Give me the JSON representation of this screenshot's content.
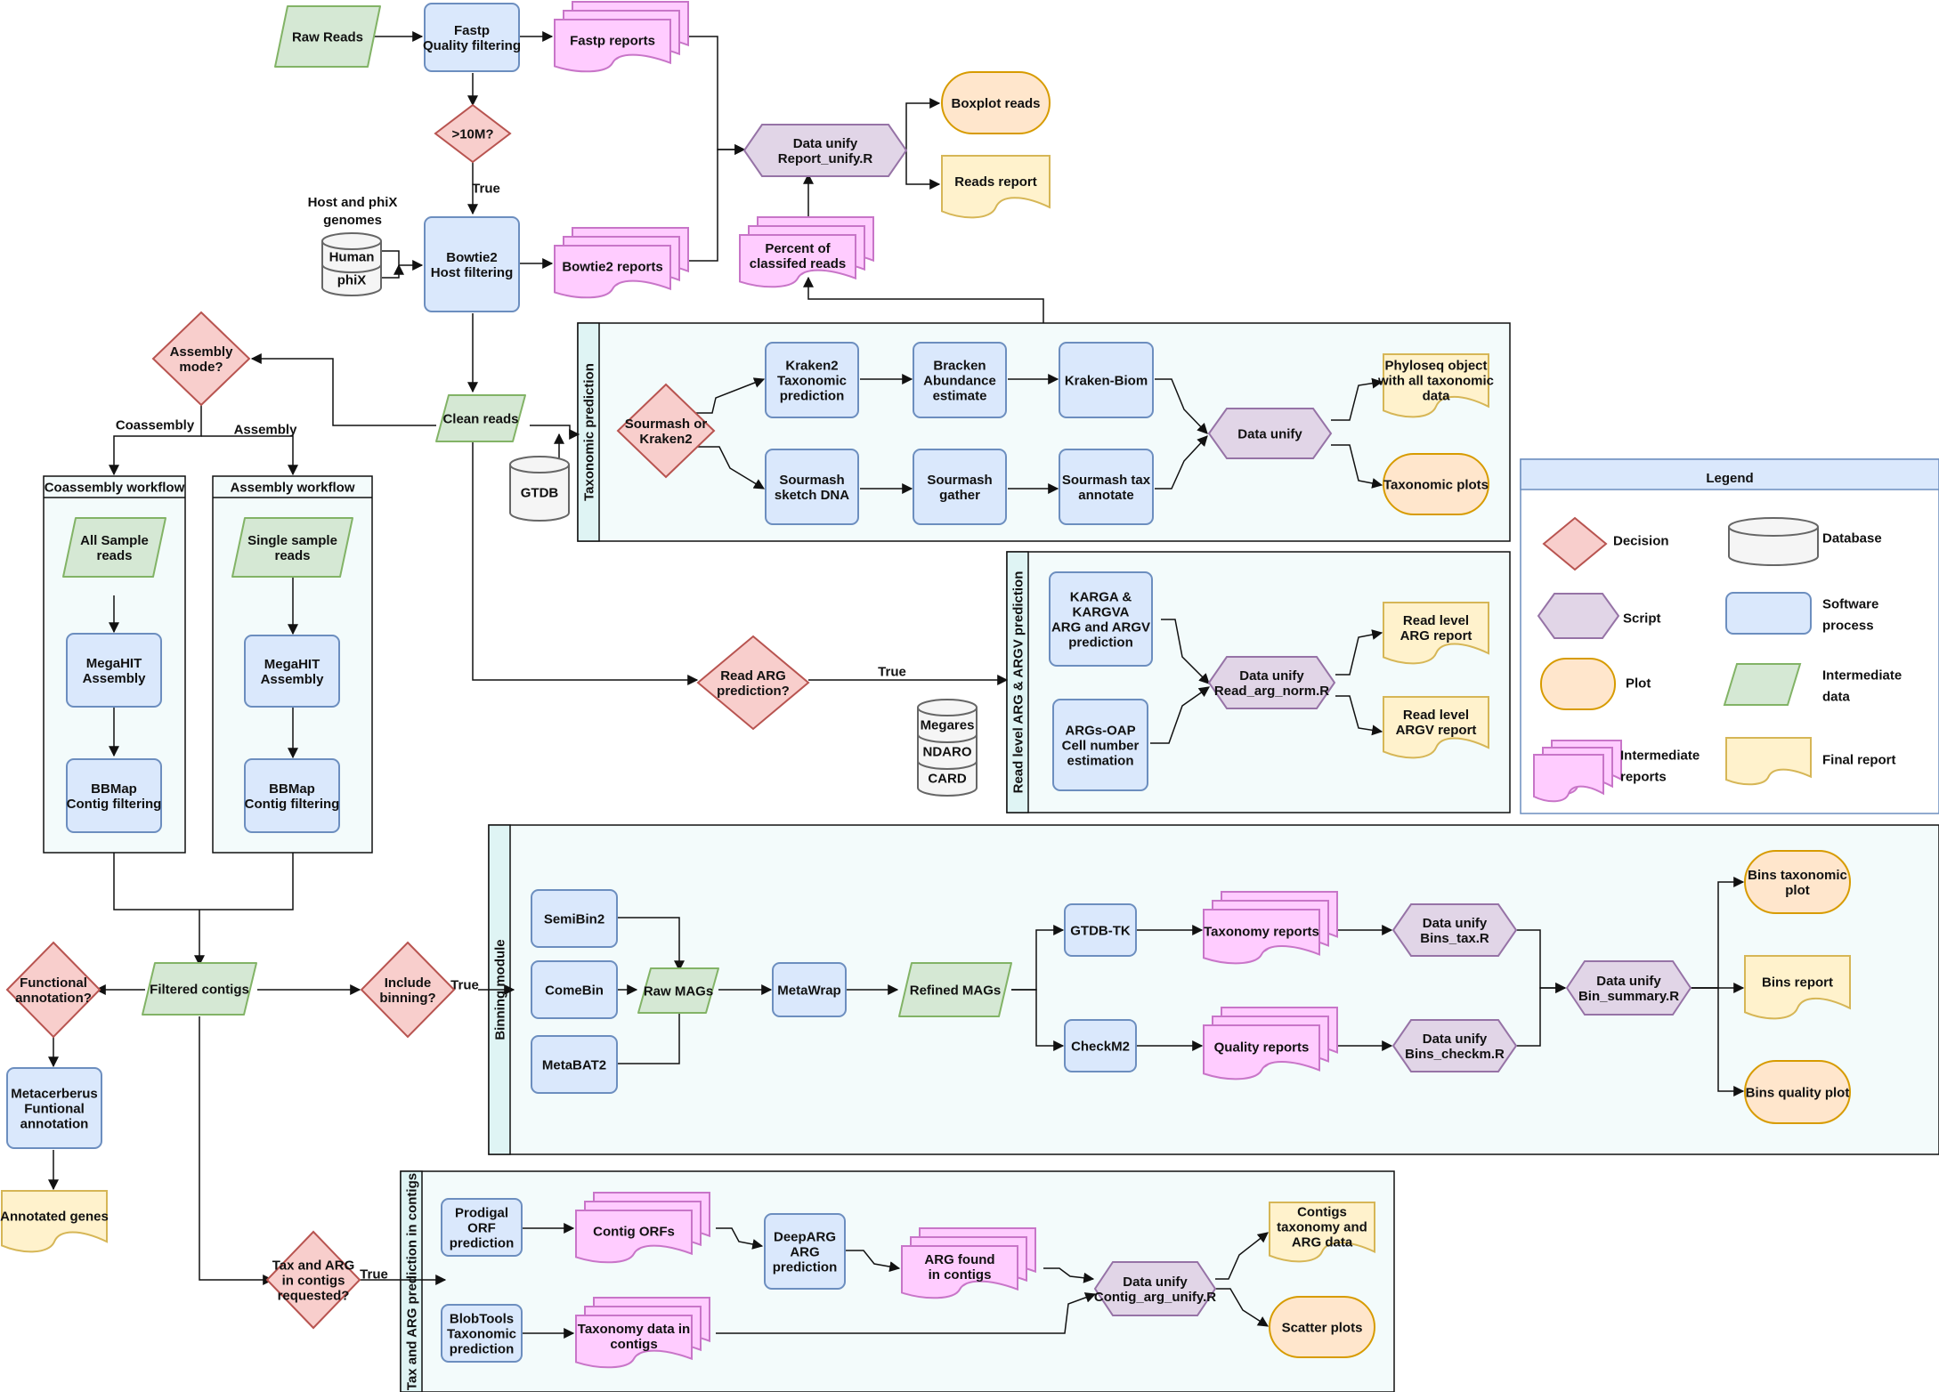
{
  "colors": {
    "blue": "#dae8fc",
    "blue_stroke": "#6c8ebf",
    "green": "#d5e8d4",
    "green_stroke": "#82b366",
    "red": "#f8cecc",
    "red_stroke": "#b85450",
    "orange": "#ffe6cc",
    "orange_stroke": "#d79b00",
    "yellow": "#fff2cc",
    "yellow_stroke": "#d6b656",
    "pink": "#ffccff",
    "pink_stroke": "#c875c8",
    "purple": "#e1d5e7",
    "purple_stroke": "#9673a6",
    "db": "#f5f5f5",
    "db_stroke": "#666666",
    "panel": "#f3fbfb",
    "panel_header": "#dff4f4",
    "legend_title": "#dae8fc",
    "legend_stroke": "#6c8ebf"
  },
  "nodes": {
    "raw_reads": [
      "Raw Reads"
    ],
    "fastp": [
      "Fastp",
      "Quality filtering"
    ],
    "fastp_reports": [
      "Fastp reports"
    ],
    "gt10m": [
      ">10M?"
    ],
    "true_1": [
      "True"
    ],
    "host_label": [
      "Host and phiX",
      "genomes"
    ],
    "db_human": [
      "Human"
    ],
    "db_phix": [
      "phiX"
    ],
    "bowtie2": [
      "Bowtie2",
      "Host filtering"
    ],
    "bowtie2_reports": [
      "Bowtie2 reports"
    ],
    "data_unify_report": [
      "Data unify",
      "Report_unify.R"
    ],
    "boxplot_reads": [
      "Boxplot reads"
    ],
    "reads_report": [
      "Reads report"
    ],
    "percent_classified": [
      "Percent of",
      "classifed reads"
    ],
    "assembly_mode": [
      "Assembly",
      "mode?"
    ],
    "coassembly_edge": [
      "Coassembly"
    ],
    "assembly_edge": [
      "Assembly"
    ],
    "clean_reads": [
      "Clean reads"
    ],
    "coassembly_workflow": [
      "Coassembly workflow"
    ],
    "assembly_workflow": [
      "Assembly workflow"
    ],
    "all_sample_reads": [
      "All Sample",
      "reads"
    ],
    "single_sample_reads": [
      "Single sample",
      "reads"
    ],
    "megahit_1": [
      "MegaHIT",
      "Assembly"
    ],
    "megahit_2": [
      "MegaHIT",
      "Assembly"
    ],
    "bbmap_1": [
      "BBMap",
      "Contig filtering"
    ],
    "bbmap_2": [
      "BBMap",
      "Contig filtering"
    ],
    "gtdb_db": [
      "GTDB"
    ],
    "taxonomic_prediction_panel": [
      "Taxonomic prediction"
    ],
    "sourmash_or_kraken": [
      "Sourmash or",
      "Kraken2"
    ],
    "kraken2": [
      "Kraken2",
      "Taxonomic",
      "prediction"
    ],
    "bracken": [
      "Bracken",
      "Abundance",
      "estimate"
    ],
    "kraken_biom": [
      "Kraken-Biom"
    ],
    "sourmash_sketch": [
      "Sourmash",
      "sketch DNA"
    ],
    "sourmash_gather": [
      "Sourmash",
      "gather"
    ],
    "sourmash_tax": [
      "Sourmash tax",
      "annotate"
    ],
    "data_unify_tax": [
      "Data unify"
    ],
    "phyloseq": [
      "Phyloseq object",
      "with all taxonomic",
      "data"
    ],
    "taxonomic_plots": [
      "Taxonomic plots"
    ],
    "read_arg_prediction": [
      "Read ARG",
      "prediction?"
    ],
    "true_2": [
      "True"
    ],
    "arg_panel": [
      "Read level ARG & ARGV prediction"
    ],
    "karga": [
      "KARGA &",
      "KARGVA",
      "ARG and ARGV",
      "prediction"
    ],
    "args_oap": [
      "ARGs-OAP",
      "Cell number",
      "estimation"
    ],
    "data_unify_read_arg": [
      "Data unify",
      "Read_arg_norm.R"
    ],
    "read_level_arg_report": [
      "Read level",
      "ARG report"
    ],
    "read_level_argv_report": [
      "Read level",
      "ARGV report"
    ],
    "db_megares": [
      "Megares"
    ],
    "db_ndaro": [
      "NDARO"
    ],
    "db_card": [
      "CARD"
    ],
    "legend_title": [
      "Legend"
    ],
    "legend_decision": [
      "Decision"
    ],
    "legend_database": [
      "Database"
    ],
    "legend_script": [
      "Script"
    ],
    "legend_software": [
      "Software",
      "process"
    ],
    "legend_plot": [
      "Plot"
    ],
    "legend_intermediate_data": [
      "Intermediate",
      "data"
    ],
    "legend_intermediate_reports": [
      "Intermediate",
      "reports"
    ],
    "legend_final_report": [
      "Final report"
    ],
    "binning_panel": [
      "Binning module"
    ],
    "filtered_contigs": [
      "Filtered contigs"
    ],
    "functional_annotation": [
      "Functional",
      "annotation?"
    ],
    "include_binning": [
      "Include",
      "binning?"
    ],
    "true_3": [
      "True"
    ],
    "semibin2": [
      "SemiBin2"
    ],
    "comebin": [
      "ComeBin"
    ],
    "metabat2": [
      "MetaBAT2"
    ],
    "raw_mags": [
      "Raw MAGs"
    ],
    "metawrap": [
      "MetaWrap"
    ],
    "refined_mags": [
      "Refined MAGs"
    ],
    "gtdb_tk": [
      "GTDB-TK"
    ],
    "checkm2": [
      "CheckM2"
    ],
    "taxonomy_reports": [
      "Taxonomy reports"
    ],
    "quality_reports": [
      "Quality reports"
    ],
    "data_unify_bins_tax": [
      "Data unify",
      "Bins_tax.R"
    ],
    "data_unify_bins_checkm": [
      "Data unify",
      "Bins_checkm.R"
    ],
    "data_unify_bin_summary": [
      "Data unify",
      "Bin_summary.R"
    ],
    "bins_taxonomic_plot": [
      "Bins taxonomic",
      "plot"
    ],
    "bins_report": [
      "Bins report"
    ],
    "bins_quality_plot": [
      "Bins quality plot"
    ],
    "metacerberus": [
      "Metacerberus",
      "Funtional",
      "annotation"
    ],
    "annotated_genes": [
      "Annotated genes"
    ],
    "tax_arg_contigs": [
      "Tax and ARG",
      "in contigs",
      "requested?"
    ],
    "true_4": [
      "True"
    ],
    "contig_panel": [
      "Tax and ARG prediction in contigs"
    ],
    "prodigal": [
      "Prodigal",
      "ORF",
      "prediction"
    ],
    "contig_orfs": [
      "Contig ORFs"
    ],
    "deeparg": [
      "DeepARG",
      "ARG",
      "prediction"
    ],
    "arg_found": [
      "ARG found",
      "in contigs"
    ],
    "blobtools": [
      "BlobTools",
      "Taxonomic",
      "prediction"
    ],
    "taxonomy_data_contigs": [
      "Taxonomy data in",
      "contigs"
    ],
    "data_unify_contig": [
      "Data unify",
      "Contig_arg_unify.R"
    ],
    "contigs_tax_arg_data": [
      "Contigs",
      "taxonomy and",
      "ARG data"
    ],
    "scatter_plots": [
      "Scatter plots"
    ]
  }
}
